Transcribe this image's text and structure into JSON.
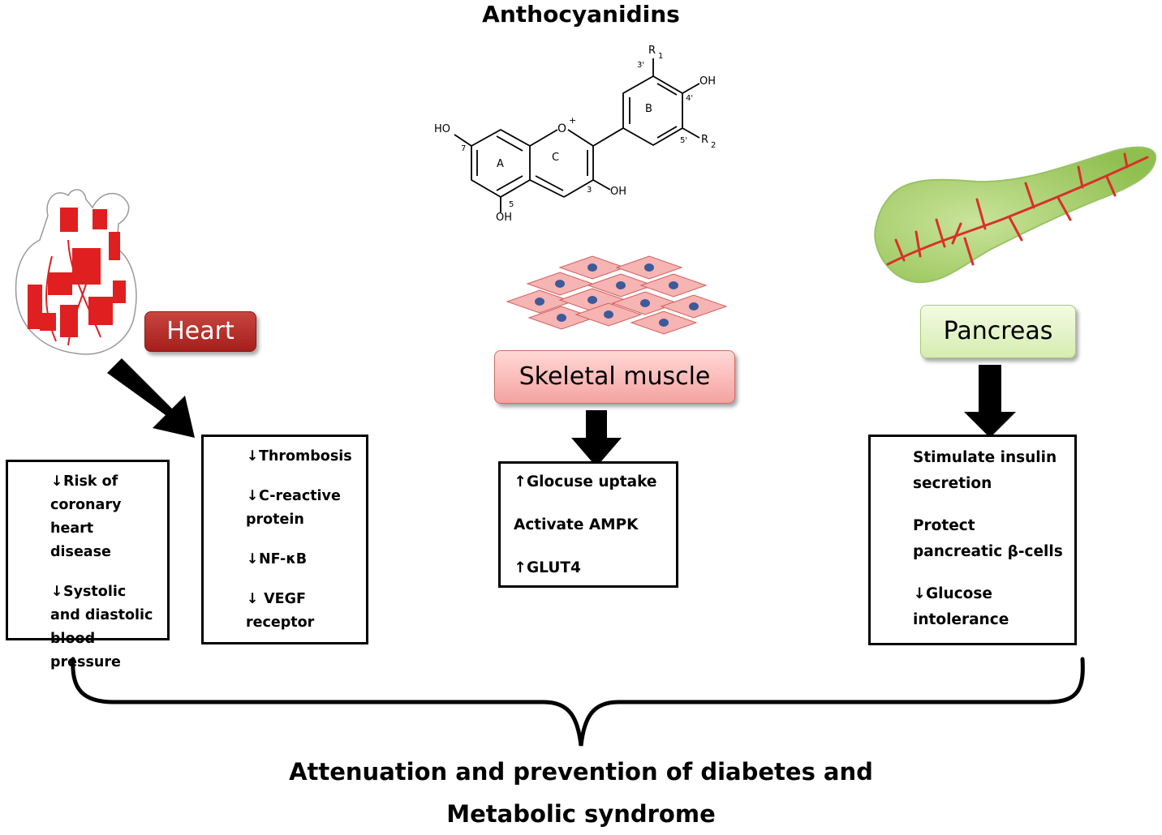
{
  "title": "Anthocyanidins",
  "molecule": {
    "ring_a": "A",
    "ring_b": "B",
    "ring_c": "C",
    "ho_7": "HO",
    "pos_7": "7",
    "oh_5": "OH",
    "pos_5": "5",
    "oh_3": "OH",
    "pos_3": "3",
    "oh_4p": "OH",
    "pos_4p": "4'",
    "pos_3p": "3'",
    "pos_5p": "5'",
    "r1": "R",
    "r1_sub": "1",
    "r2": "R",
    "r2_sub": "2",
    "oxygen": "O",
    "charge": "+"
  },
  "heart": {
    "label": "Heart",
    "box1": [
      "Risk of coronary heart disease",
      "Systolic and diastolic blood pressure"
    ],
    "box2": [
      "Thrombosis",
      "C-reactive protein",
      "NF-κB",
      " VEGF receptor"
    ]
  },
  "muscle": {
    "label": "Skeletal muscle",
    "items": [
      "Glocuse uptake",
      "Activate AMPK",
      "GLUT4"
    ]
  },
  "pancreas": {
    "label": "Pancreas",
    "items": [
      "Stimulate insulin secretion",
      "Protect pancreatic β-cells",
      "Glucose intolerance"
    ]
  },
  "arrows": {
    "up": "↑",
    "down": "↓"
  },
  "footer": {
    "line1": "Attenuation and prevention of diabetes and",
    "line2": "Metabolic syndrome"
  },
  "colors": {
    "heart_red": "#a61e1c",
    "muscle_pink": "#f4a3a0",
    "pancreas_green": "#d5ecb0",
    "cell_fill": "#f6b4b2",
    "nucleus": "#3d5a9a"
  }
}
